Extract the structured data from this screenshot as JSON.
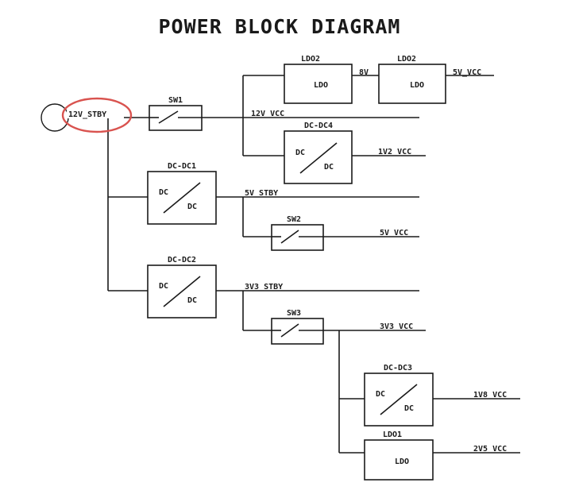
{
  "title": "POWER BLOCK DIAGRAM",
  "source_label": "12V_STBY",
  "switches": {
    "sw1": "SW1",
    "sw2": "SW2",
    "sw3": "SW3"
  },
  "blocks": {
    "ldo2_a": {
      "title": "LDO2",
      "inner": "LDO"
    },
    "ldo2_b": {
      "title": "LDO2",
      "inner": "LDO"
    },
    "dcdc4": {
      "title": "DC-DC4",
      "in": "DC",
      "out": "DC"
    },
    "dcdc1": {
      "title": "DC-DC1",
      "in": "DC",
      "out": "DC"
    },
    "dcdc2": {
      "title": "DC-DC2",
      "in": "DC",
      "out": "DC"
    },
    "dcdc3": {
      "title": "DC-DC3",
      "in": "DC",
      "out": "DC"
    },
    "ldo1": {
      "title": "LDO1",
      "inner": "LDO"
    }
  },
  "rails": {
    "8v": "8V",
    "5v_vcc_top": "5V_VCC",
    "12v_vcc": "12V_VCC",
    "1v2_vcc": "1V2_VCC",
    "5v_stby": "5V_STBY",
    "5v_vcc": "5V_VCC",
    "3v3_stby": "3V3_STBY",
    "3v3_vcc": "3V3_VCC",
    "1v8_vcc": "1V8_VCC",
    "2v5_vcc": "2V5_VCC"
  },
  "colors": {
    "ink": "#1a1a1a",
    "highlight": "#d9534f"
  }
}
